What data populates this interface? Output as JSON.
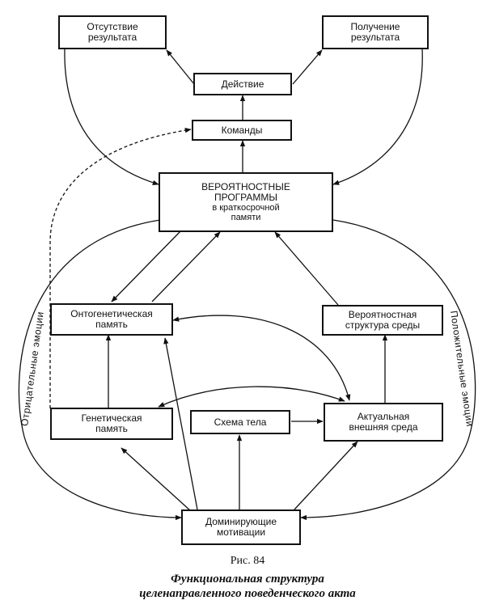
{
  "boxes": {
    "absence": [
      "Отсутствие",
      "результата"
    ],
    "receipt": [
      "Получение",
      "результата"
    ],
    "action": "Действие",
    "commands": "Команды",
    "programs": [
      "ВЕРОЯТНОСТНЫЕ",
      "ПРОГРАММЫ",
      "в краткосрочной",
      "памяти"
    ],
    "onto": [
      "Онтогенетическая",
      "память"
    ],
    "env_structure": [
      "Вероятностная",
      "структура среды"
    ],
    "genetic": [
      "Генетическая",
      "память"
    ],
    "body_schema": "Схема тела",
    "actual_env": [
      "Актуальная",
      "внешняя среда"
    ],
    "motivation": [
      "Доминирующие",
      "мотивации"
    ]
  },
  "side_labels": {
    "left": "Отрицательные эмоции",
    "right": "Положительные эмоции"
  },
  "caption": {
    "number": "Рис. 84",
    "title_line1": "Функциональная структура",
    "title_line2": "целенаправленного поведенческого акта"
  }
}
